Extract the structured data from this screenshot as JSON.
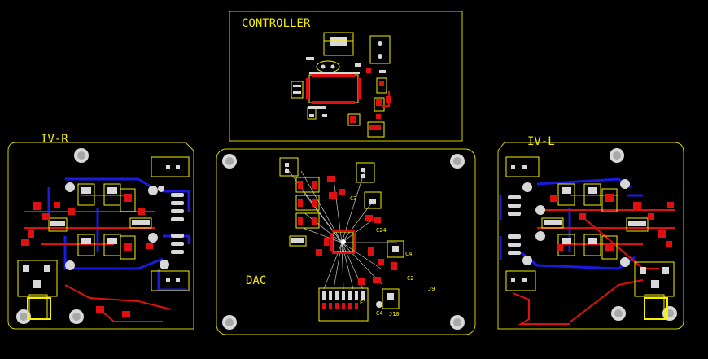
{
  "colors": {
    "background": "#000000",
    "silkscreen": "#f5f000",
    "top_copper": "#e01010",
    "bottom_copper": "#1a1ae0",
    "pad": "#d8d8d8",
    "ratsnest": "#c8c8c8",
    "via": "#ffffff"
  },
  "boards": [
    {
      "id": "controller",
      "label": "CONTROLLER"
    },
    {
      "id": "iv-r",
      "label": "IV-R"
    },
    {
      "id": "dac",
      "label": "DAC"
    },
    {
      "id": "iv-l",
      "label": "IV-L"
    }
  ],
  "refdes": [
    "C3",
    "C24",
    "C4",
    "C2",
    "J9",
    "J10",
    "E1",
    "C4"
  ]
}
